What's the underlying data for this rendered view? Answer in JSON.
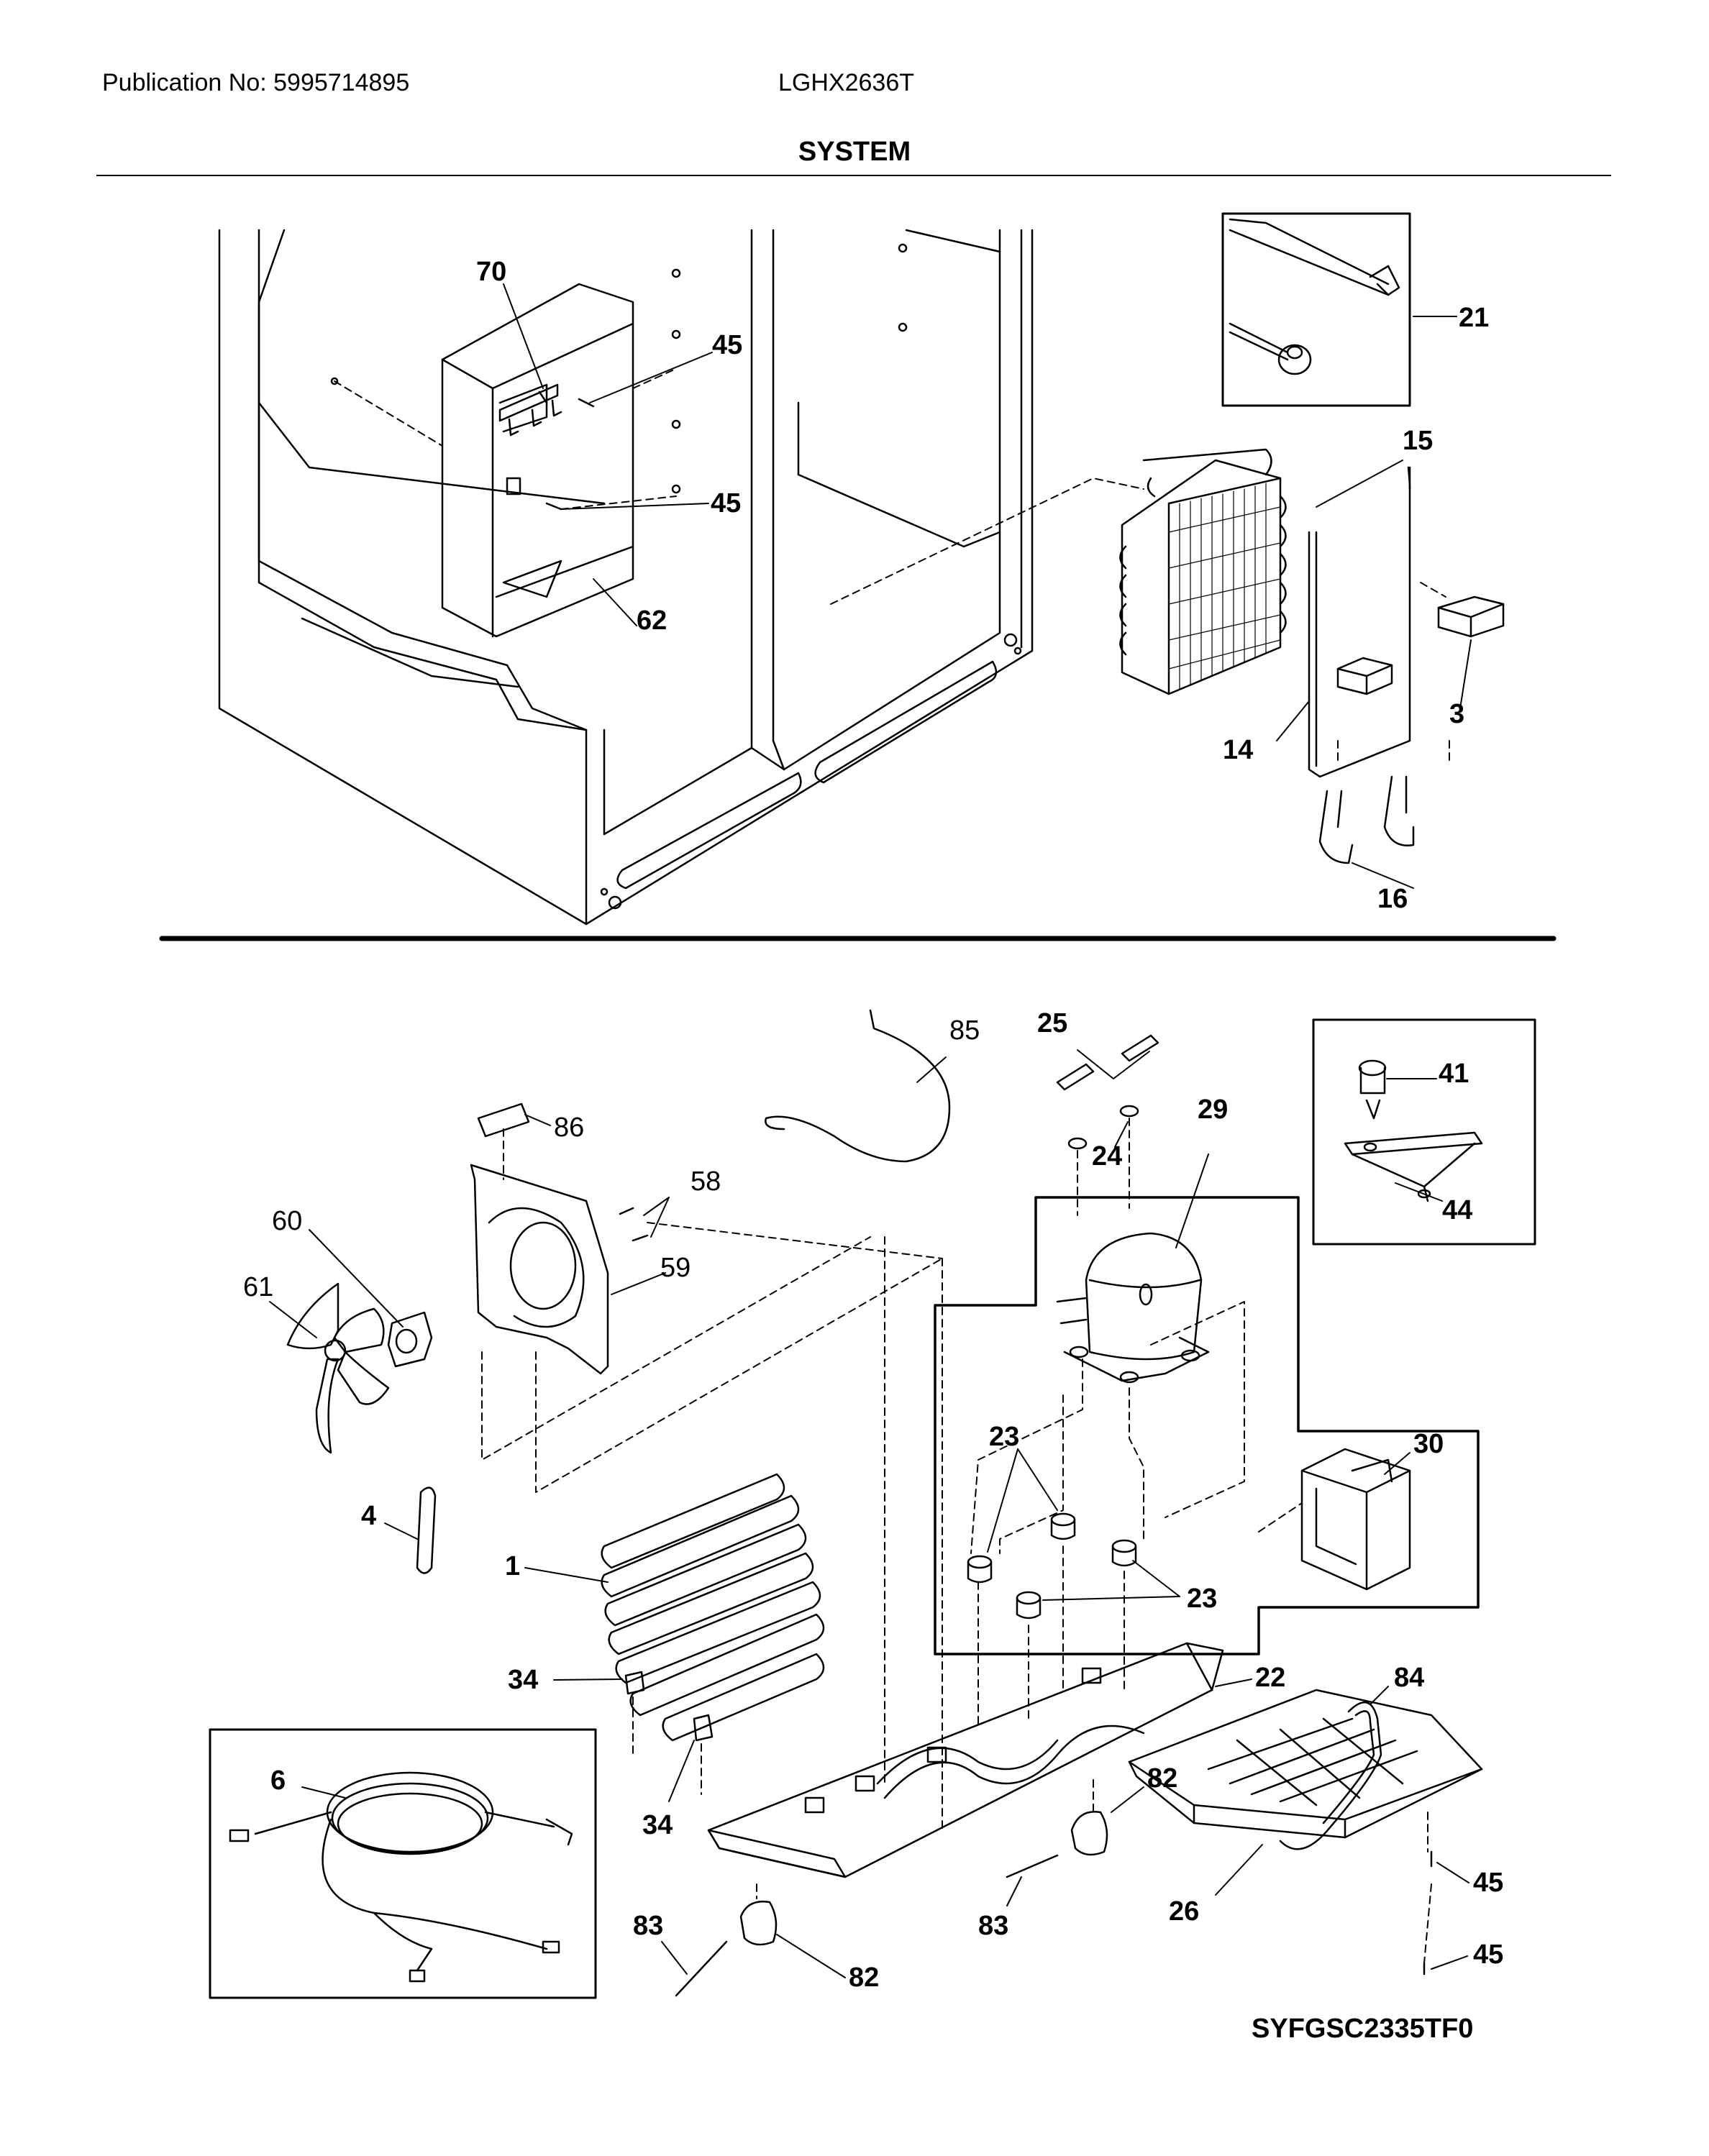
{
  "header": {
    "publication": "Publication No: 5995714895",
    "model": "LGHX2636T",
    "title": "SYSTEM"
  },
  "footer": {
    "diagram_code": "SYFGSC2335TF0"
  },
  "labels": {
    "p70": "70",
    "p45a": "45",
    "p45b": "45",
    "p62": "62",
    "p21": "21",
    "p15": "15",
    "p3": "3",
    "p14": "14",
    "p16": "16",
    "p85": "85",
    "p25": "25",
    "p29": "29",
    "p24": "24",
    "p41": "41",
    "p44": "44",
    "p86": "86",
    "p58": "58",
    "p59": "59",
    "p60": "60",
    "p61": "61",
    "p4": "4",
    "p1": "1",
    "p23a": "23",
    "p23b": "23",
    "p30": "30",
    "p22": "22",
    "p84": "84",
    "p34a": "34",
    "p34b": "34",
    "p6": "6",
    "p82a": "82",
    "p82b": "82",
    "p83a": "83",
    "p83b": "83",
    "p45c": "45",
    "p45d": "45",
    "p26": "26"
  }
}
